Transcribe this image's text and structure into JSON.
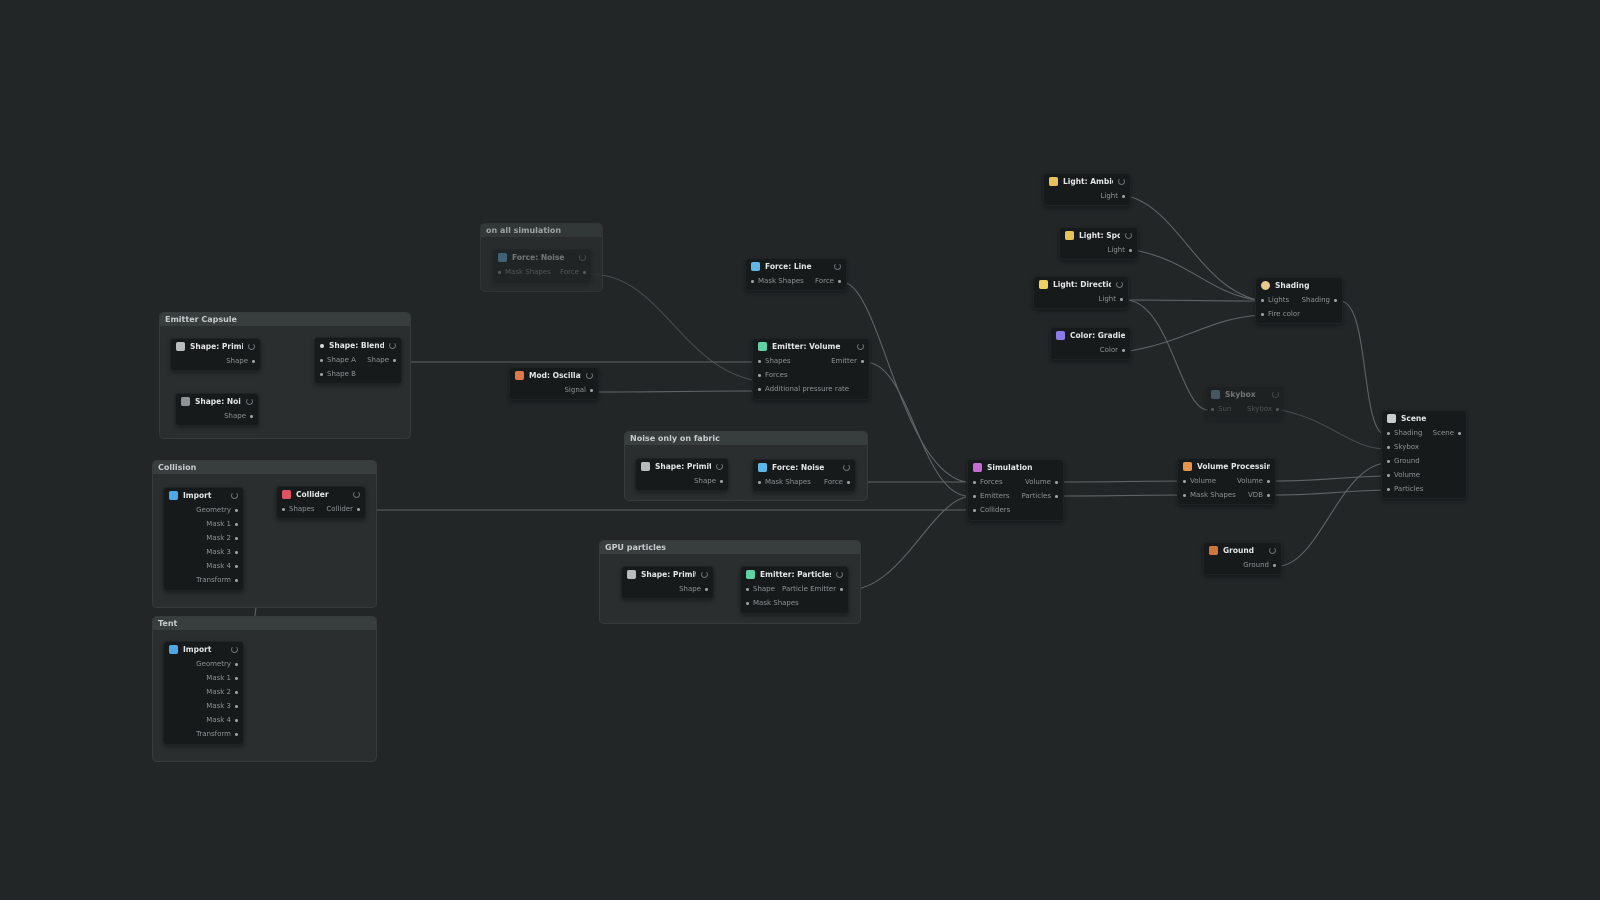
{
  "groups": {
    "on_all_sim": "on all simulation",
    "emitter_capsule": "Emitter Capsule",
    "collision": "Collision",
    "tent": "Tent",
    "noise_fabric": "Noise only on fabric",
    "gpu_particles": "GPU particles"
  },
  "nodes": {
    "force_noise_dim": {
      "title": "Force: Noise",
      "in": "Mask Shapes",
      "out": "Force"
    },
    "shape_primitive_1": {
      "title": "Shape: Primitive",
      "out": "Shape"
    },
    "shape_noise": {
      "title": "Shape: Noise",
      "out": "Shape"
    },
    "shape_blend": {
      "title": "Shape: Blend",
      "in_a": "Shape A",
      "in_b": "Shape B",
      "out": "Shape"
    },
    "mod_osc": {
      "title": "Mod: Oscillator",
      "out": "Signal"
    },
    "force_line": {
      "title": "Force: Line",
      "in": "Mask Shapes",
      "out": "Force"
    },
    "emitter_volume": {
      "title": "Emitter: Volume",
      "in1": "Shapes",
      "in2": "Forces",
      "in3": "Additional pressure rate",
      "out": "Emitter"
    },
    "import_1": {
      "title": "Import",
      "outs": [
        "Geometry",
        "Mask 1",
        "Mask 2",
        "Mask 3",
        "Mask 4",
        "Transform"
      ]
    },
    "collider": {
      "title": "Collider",
      "in": "Shapes",
      "out": "Collider"
    },
    "import_2": {
      "title": "Import",
      "outs": [
        "Geometry",
        "Mask 1",
        "Mask 2",
        "Mask 3",
        "Mask 4",
        "Transform"
      ]
    },
    "shape_primitive_2": {
      "title": "Shape: Primitive",
      "out": "Shape"
    },
    "force_noise": {
      "title": "Force: Noise",
      "in": "Mask Shapes",
      "out": "Force"
    },
    "shape_primitive_3": {
      "title": "Shape: Primitive",
      "out": "Shape"
    },
    "emitter_particles": {
      "title": "Emitter: Particles",
      "in1": "Shape",
      "in2": "Mask Shapes",
      "out": "Particle Emitter"
    },
    "simulation": {
      "title": "Simulation",
      "in1": "Forces",
      "in2": "Emitters",
      "in3": "Colliders",
      "out1": "Volume",
      "out2": "Particles"
    },
    "volume_processing": {
      "title": "Volume Processing",
      "in1": "Volume",
      "in2": "Mask Shapes",
      "out1": "Volume",
      "out2": "VDB"
    },
    "light_ambient": {
      "title": "Light: Ambient",
      "out": "Light"
    },
    "light_spot": {
      "title": "Light: Spot",
      "out": "Light"
    },
    "light_directional": {
      "title": "Light: Directional",
      "out": "Light"
    },
    "color_gradient": {
      "title": "Color: Gradient",
      "out": "Color"
    },
    "shading": {
      "title": "Shading",
      "in1": "Lights",
      "in2": "Fire color",
      "out": "Shading"
    },
    "skybox": {
      "title": "Skybox",
      "in": "Sun",
      "out": "Skybox"
    },
    "ground": {
      "title": "Ground",
      "out": "Ground"
    },
    "scene": {
      "title": "Scene",
      "ins": [
        "Shading",
        "Skybox",
        "Ground",
        "Volume",
        "Particles"
      ],
      "out": "Scene"
    }
  },
  "icons": {
    "force": "#5fb7e8",
    "shape": "#b8bcbd",
    "emitter": "#5fd1a4",
    "osc": "#e0774a",
    "import": "#4fa8e6",
    "collider": "#e05260",
    "sim": "#c46bd6",
    "volproc": "#e8934a",
    "light_amb": "#e8c15a",
    "light_spot": "#e8c15a",
    "light_dir": "#f0d060",
    "gradient": "#8b7be6",
    "shading": "#e8c890",
    "skybox": "#7aa0b8",
    "ground": "#d0763a",
    "scene": "#c8cccd"
  }
}
